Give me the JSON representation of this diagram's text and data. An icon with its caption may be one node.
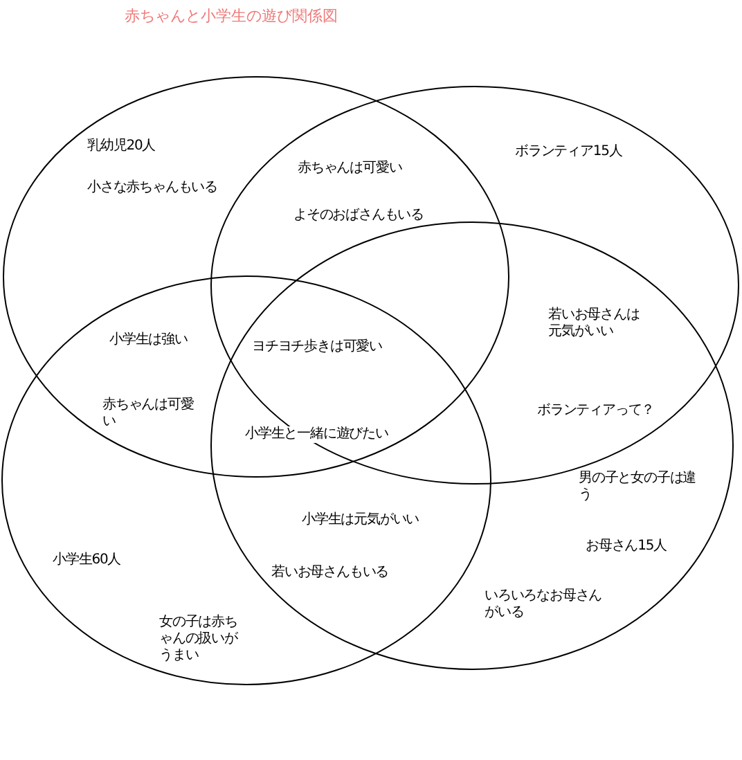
{
  "diagram": {
    "title": "赤ちゃんと小学生の遊び関係図",
    "nodes": [
      {
        "text": [
          "乳幼児20人",
          "小さな赤ちゃんもいる"
        ]
      },
      {
        "text": [
          "ボランティア15人"
        ]
      },
      {
        "text": [
          "小学生60人",
          "女の子は赤ちゃんの扱いがうまい"
        ]
      },
      {
        "text": [
          "男の子と女の子は違う",
          "お母さん15人",
          "いろいろなお母さんがいる"
        ]
      }
    ],
    "edges": [],
    "labels": [
      "赤ちゃんは可愛い",
      "よそのおばさんもいる",
      "若いお母さんは元気がいい",
      "小学生は強い",
      "ヨチヨチ歩きは可愛い",
      "赤ちゃんは可愛い",
      "ボランティアって？",
      "小学生と一緒に遊びたい",
      "小学生は元気がいい",
      "若いお母さんもいる"
    ]
  }
}
